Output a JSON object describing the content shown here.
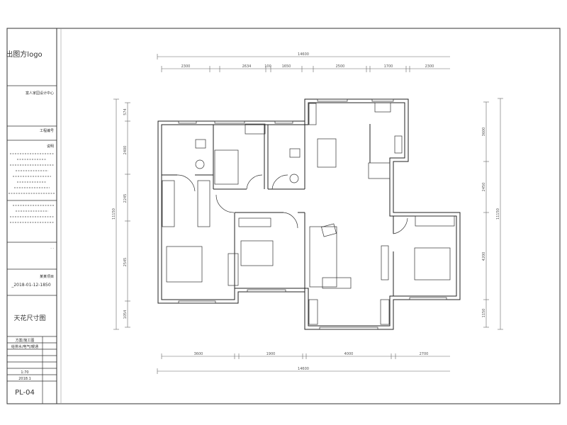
{
  "title_block": {
    "logo": "出图方logo",
    "project_name": "富人家园设计中心",
    "project_no": "工程编号",
    "notes_header": "说明",
    "project": "某某项目",
    "date_code": "_2018-01-12-1850",
    "drawing_title": "天花尺寸图",
    "design_row": "方案/施工图",
    "disciplines": "给排水/电气/暖通",
    "scale": "1:70",
    "date": "2018.1",
    "sheet_no": "PL-04"
  },
  "dimensions": {
    "top_total": "14600",
    "top": [
      "2300",
      "2634",
      "100",
      "1650",
      "2500",
      "1700",
      "2300"
    ],
    "bottom": [
      "3600",
      "1900",
      "4000",
      "2700"
    ],
    "bottom_total": "14600",
    "left": [
      "574",
      "2400",
      "2245",
      "2545",
      "1054"
    ],
    "left_total": "11150",
    "right": [
      "3600",
      "2450",
      "4200",
      "1150"
    ],
    "right_total": "11150"
  }
}
